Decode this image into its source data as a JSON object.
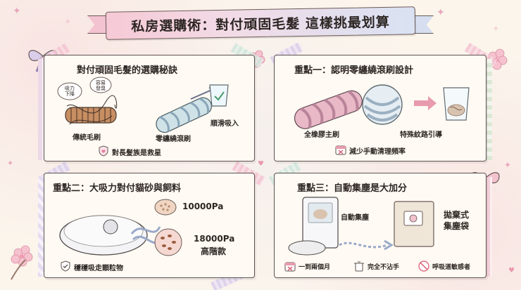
{
  "title": "私房選購術：對付頑固毛髮 這樣挑最划算",
  "panel1": {
    "title": "對付頑固毛髮的選購秘訣",
    "bubble_left": "吸力\n下降",
    "bubble_right": "容易\n發臭",
    "label_traditional": "傳統毛刷",
    "label_tangle_free": "零纏繞滾刷",
    "label_smooth": "順滑吸入",
    "footer": "對長髮族是救星"
  },
  "panel2": {
    "title": "重點一：認明零纏繞滾刷設計",
    "label_rubber": "全橡膠主刷",
    "label_pattern": "特殊紋路引導",
    "footer": "減少手動清理頻率"
  },
  "panel3": {
    "title": "重點二：大吸力對付貓砂與飼料",
    "power_low": "10000Pa",
    "power_high": "18000Pa",
    "power_high_note": "高階款",
    "footer": "穩穩吸走顆粒物"
  },
  "panel4": {
    "title": "重點三：自動集塵是大加分",
    "label_dock": "自動集塵",
    "label_bag_line1": "拋棄式",
    "label_bag_line2": "集塵袋",
    "benefit1": "一到兩個月",
    "benefit2": "完全不沾手",
    "benefit3": "呼吸道敏感者"
  },
  "colors": {
    "background": "#fbf5ec",
    "pink": "#f3c2cf",
    "lavender": "#d9cdea",
    "mint": "#cfe5dc",
    "outline": "#5e5250"
  },
  "icons": [
    "heart-icon",
    "calendar-x-icon",
    "shield-check-icon",
    "trash-icon",
    "no-dust-icon",
    "sparkle-icon",
    "ribbon-icon",
    "cherry-blossom-icon"
  ]
}
